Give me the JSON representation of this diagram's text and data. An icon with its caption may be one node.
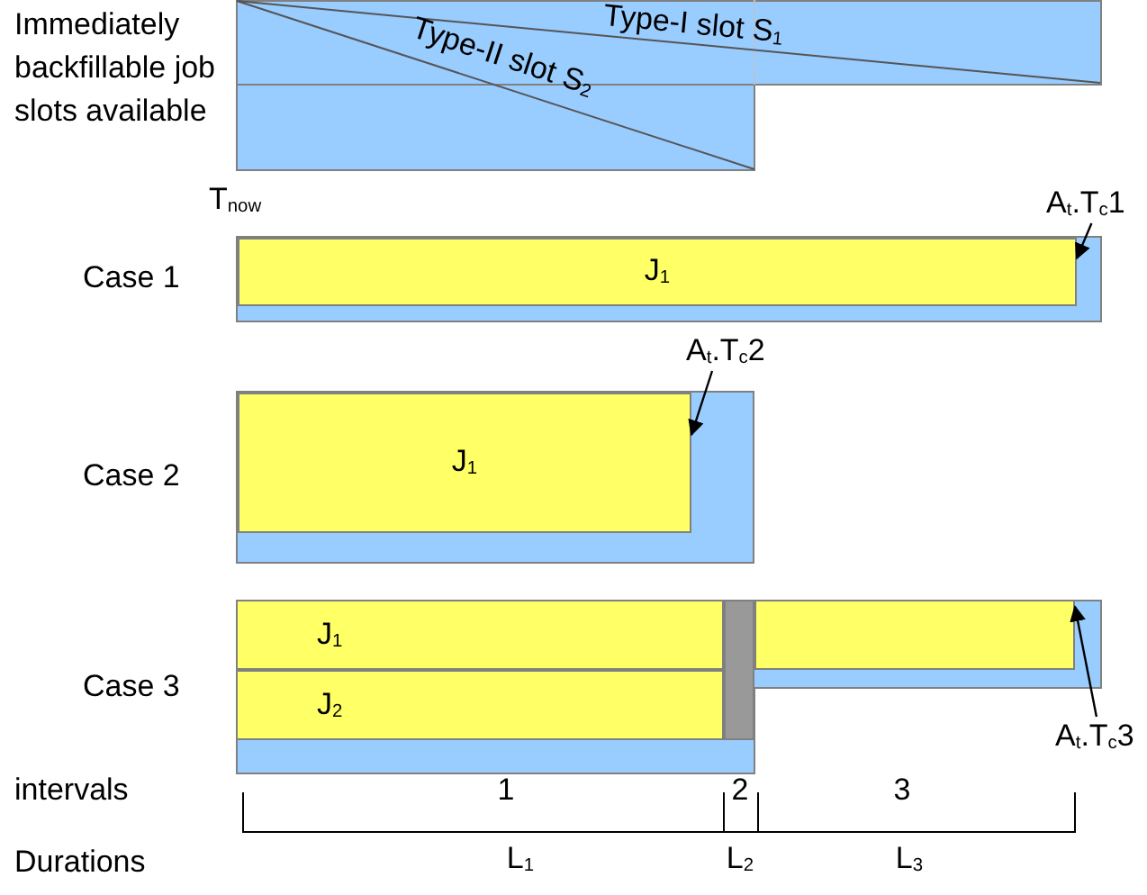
{
  "diagram": {
    "nodes": [
      {
        "text": [
          "Type-I slot S$_{1}$",
          "Type-II slot S$_{2}$"
        ]
      },
      {
        "text": [
          "A$_{t}$.T$_{c}$1"
        ]
      },
      {
        "text": [],
        "shape": "box",
        "beside": [
          "Case 1"
        ]
      },
      {
        "text": [
          "J$_{1}$"
        ],
        "in": 2
      },
      {
        "text": [
          "A$_{t}$.T$_{c}$2"
        ]
      },
      {
        "text": [],
        "shape": "box",
        "beside": [
          "Case 2"
        ]
      },
      {
        "text": [
          "J$_{1}$"
        ],
        "in": 5
      },
      {
        "text": [],
        "shape": "box",
        "beside": [
          "Case 3"
        ]
      },
      {
        "text": [
          "J$_{1}$"
        ],
        "in": 7
      },
      {
        "text": [
          "J$_{2}$"
        ],
        "in": 7
      },
      {
        "text": [],
        "shape": "bar",
        "in": 7
      },
      {
        "text": [],
        "shape": "box",
        "in": 7
      },
      {
        "text": [
          "A$_{t}$.T$_{c}$3"
        ]
      }
    ],
    "edges": [
      {
        "from": 1,
        "to": 3,
        "arrow": "to"
      },
      {
        "from": 4,
        "to": 6,
        "arrow": "to"
      },
      {
        "from": 12,
        "to": 11,
        "arrow": "to"
      }
    ],
    "labels": [
      "Immediately backfillable job slots available",
      "T$_{now}$",
      "intervals",
      "1",
      "2",
      "3",
      "Durations",
      "L$_{1}$",
      "L$_{2}$",
      "L$_{3}$"
    ]
  }
}
